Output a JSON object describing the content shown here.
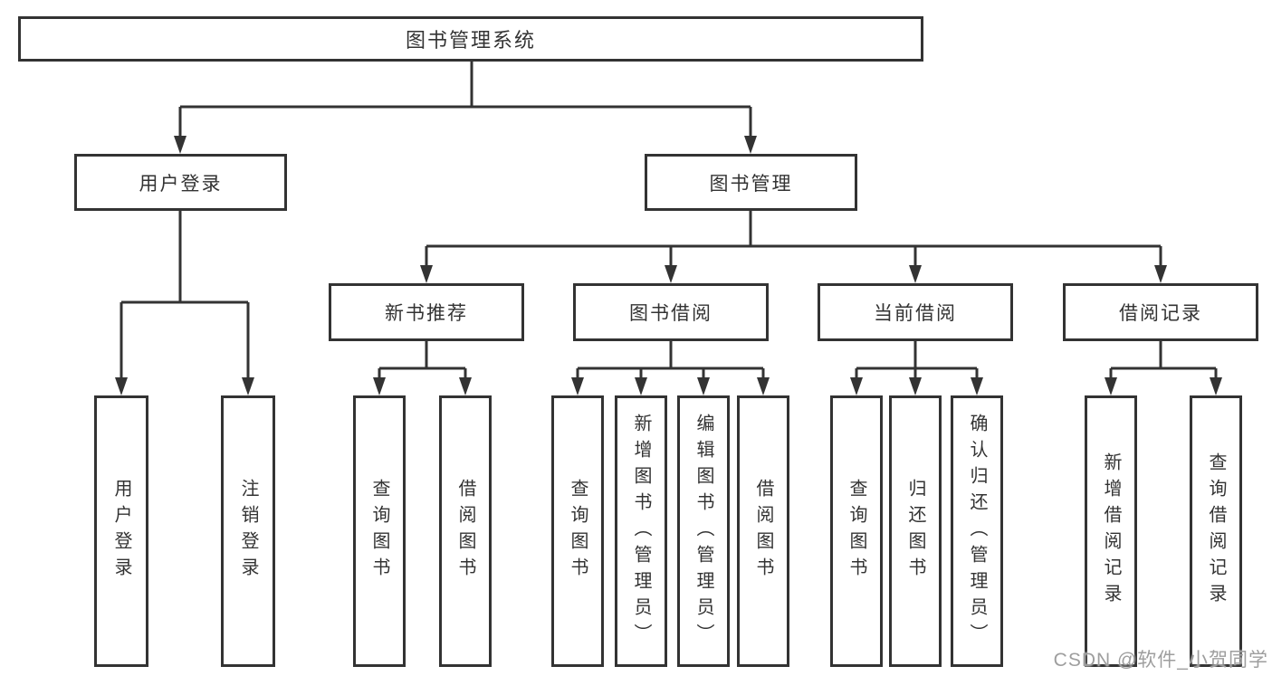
{
  "colors": {
    "line": "#333333",
    "text": "#333333",
    "background": "#ffffff",
    "watermark": "#9e9e9e"
  },
  "watermark": "CSDN @软件_小贺同学",
  "nodes": {
    "root": "图书管理系统",
    "level2": [
      "用户登录",
      "图书管理"
    ],
    "level3": [
      "新书推荐",
      "图书借阅",
      "当前借阅",
      "借阅记录"
    ],
    "leaves": {
      "user": [
        "用户登录",
        "注销登录"
      ],
      "new_books": [
        "查询图书",
        "借阅图书"
      ],
      "book_borrow": [
        "查询图书",
        "新增图书（管理员）",
        "编辑图书（管理员）",
        "借阅图书"
      ],
      "current_borrow": [
        "查询图书",
        "归还图书",
        "确认归还（管理员）"
      ],
      "borrow_records": [
        "新增借阅记录",
        "查询借阅记录"
      ]
    }
  }
}
